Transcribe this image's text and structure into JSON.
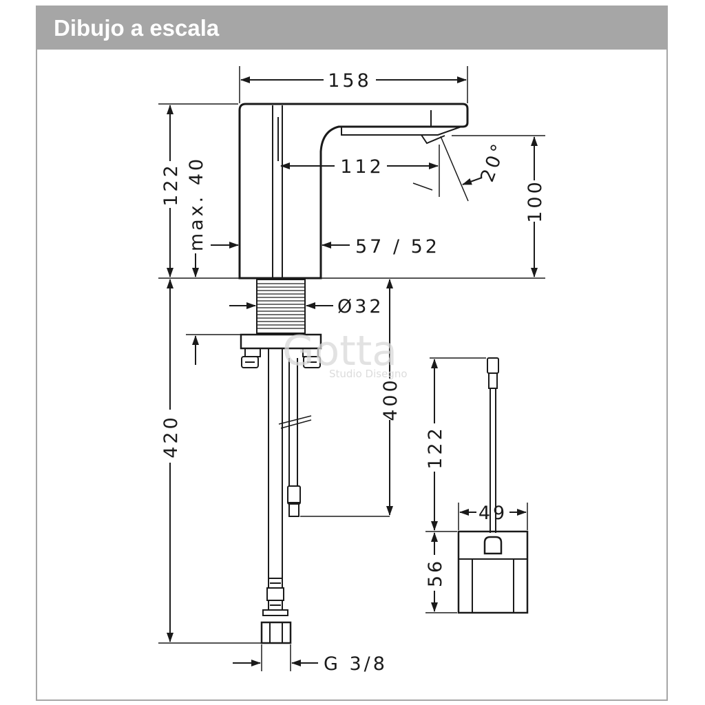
{
  "header": {
    "title": "Dibujo a escala"
  },
  "dimensions": {
    "width_158": "158",
    "reach_112": "112",
    "angle_20": "20°",
    "height_100": "100",
    "height_122": "122",
    "max_40": "max. 40",
    "base_57_52": "57 / 52",
    "diameter_32": "Ø32",
    "length_400": "400",
    "length_420": "420",
    "cable_122": "122",
    "box_49": "49",
    "box_56": "56",
    "thread_g38": "G 3/8"
  },
  "watermark": {
    "brand": "Gotta",
    "subtitle": "Studio Disegno"
  },
  "colors": {
    "header_bg": "#a6a6a6",
    "frame_border": "#a6a6a6",
    "line": "#1a1a1a"
  }
}
